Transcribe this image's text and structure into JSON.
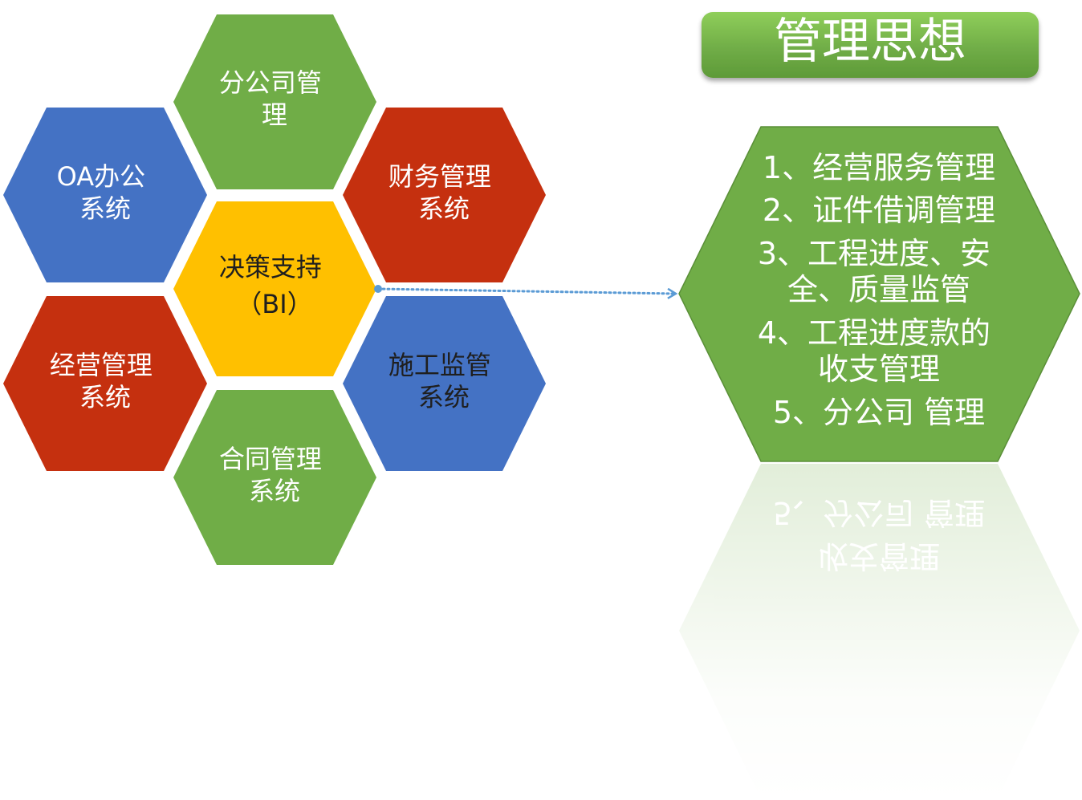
{
  "title": "管理思想",
  "hexagons": [
    {
      "id": "branch",
      "lines": [
        "分公司管",
        "理"
      ],
      "fill": "#70ad47",
      "text_color": "#ffffff"
    },
    {
      "id": "oa",
      "lines": [
        "OA办公",
        "系统"
      ],
      "fill": "#4472c4",
      "text_color": "#ffffff"
    },
    {
      "id": "finance",
      "lines": [
        "财务管理",
        "系统"
      ],
      "fill": "#c5300f",
      "text_color": "#ffffff"
    },
    {
      "id": "bi",
      "lines": [
        "决策支持",
        "（BI）"
      ],
      "fill": "#ffc000",
      "text_color": "#1f1f1f"
    },
    {
      "id": "operations",
      "lines": [
        "经营管理",
        "系统"
      ],
      "fill": "#c5300f",
      "text_color": "#ffffff"
    },
    {
      "id": "construction",
      "lines": [
        "施工监管",
        "系统"
      ],
      "fill": "#4472c4",
      "text_color": "#1f1f1f"
    },
    {
      "id": "contract",
      "lines": [
        "合同管理",
        "系统"
      ],
      "fill": "#70ad47",
      "text_color": "#ffffff"
    }
  ],
  "concepts": {
    "fill": "#70ad47",
    "items": [
      {
        "lines": [
          "1、经营服务管理"
        ]
      },
      {
        "lines": [
          "2、证件借调管理"
        ]
      },
      {
        "lines": [
          "3、工程进度、安",
          "全、质量监管"
        ]
      },
      {
        "lines": [
          "4、工程进度款的",
          "收支管理"
        ]
      },
      {
        "lines": [
          "5、分公司 管理"
        ]
      }
    ]
  },
  "connector_color": "#5b9bd5",
  "title_fill": "#70ad47"
}
